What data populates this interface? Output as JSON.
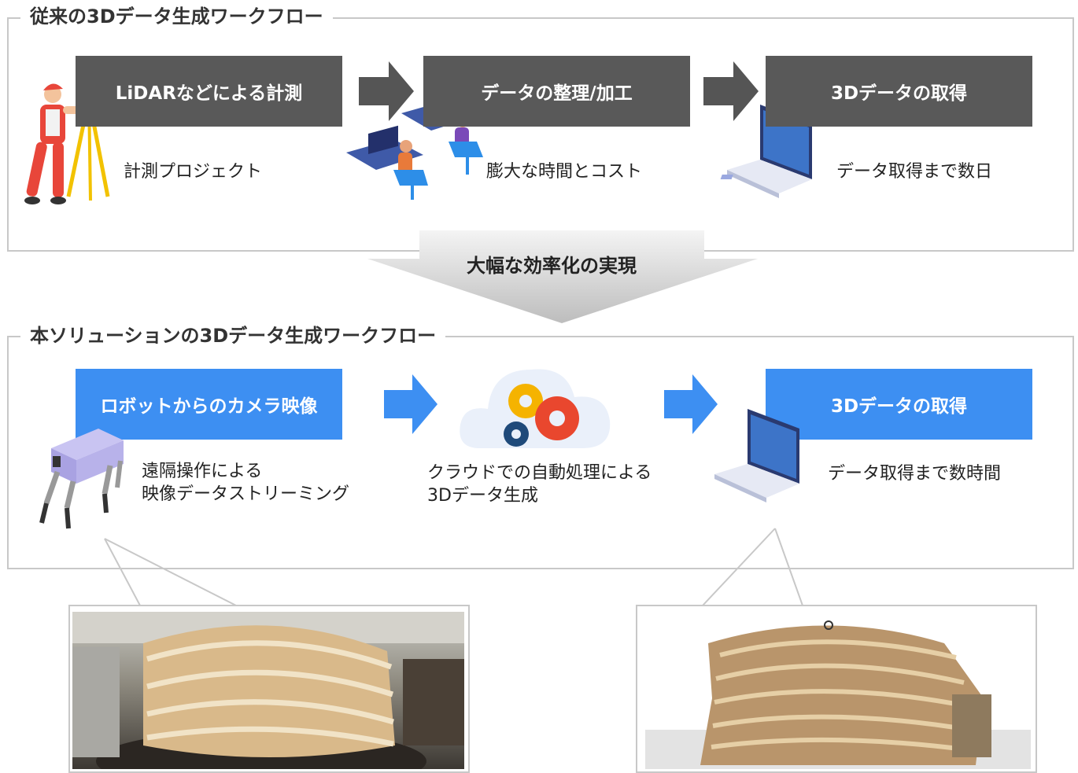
{
  "traditional": {
    "title": "従来の3Dデータ生成ワークフロー",
    "steps": [
      {
        "box_label": "LiDARなどによる計測",
        "caption": "計測プロジェクト"
      },
      {
        "box_label": "データの整理/加工",
        "caption": "膨大な時間とコスト"
      },
      {
        "box_label": "3Dデータの取得",
        "caption": "データ取得まで数日"
      }
    ]
  },
  "transition": {
    "label": "大幅な効率化の実現"
  },
  "solution": {
    "title": "本ソリューションの3Dデータ生成ワークフロー",
    "steps": [
      {
        "box_label": "ロボットからのカメラ映像",
        "caption_line1": "遠隔操作による",
        "caption_line2": "映像データストリーミング"
      },
      {
        "caption_line1": "クラウドでの自動処理による",
        "caption_line2": "3Dデータ生成"
      },
      {
        "box_label": "3Dデータの取得",
        "caption": "データ取得まで数時間"
      }
    ]
  },
  "colors": {
    "dark_box": "#595959",
    "blue_box": "#3d8ff2",
    "frame": "#c8c8c8"
  }
}
